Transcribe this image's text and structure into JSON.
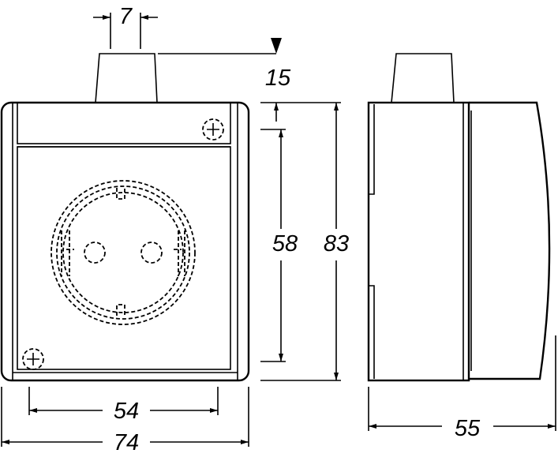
{
  "dimensions": {
    "plug_width": "7",
    "cover_height": "15",
    "inner_height": "58",
    "total_height": "83",
    "inner_width": "54",
    "total_width": "74",
    "depth": "55"
  },
  "colors": {
    "line": "#000000",
    "background": "#ffffff"
  }
}
